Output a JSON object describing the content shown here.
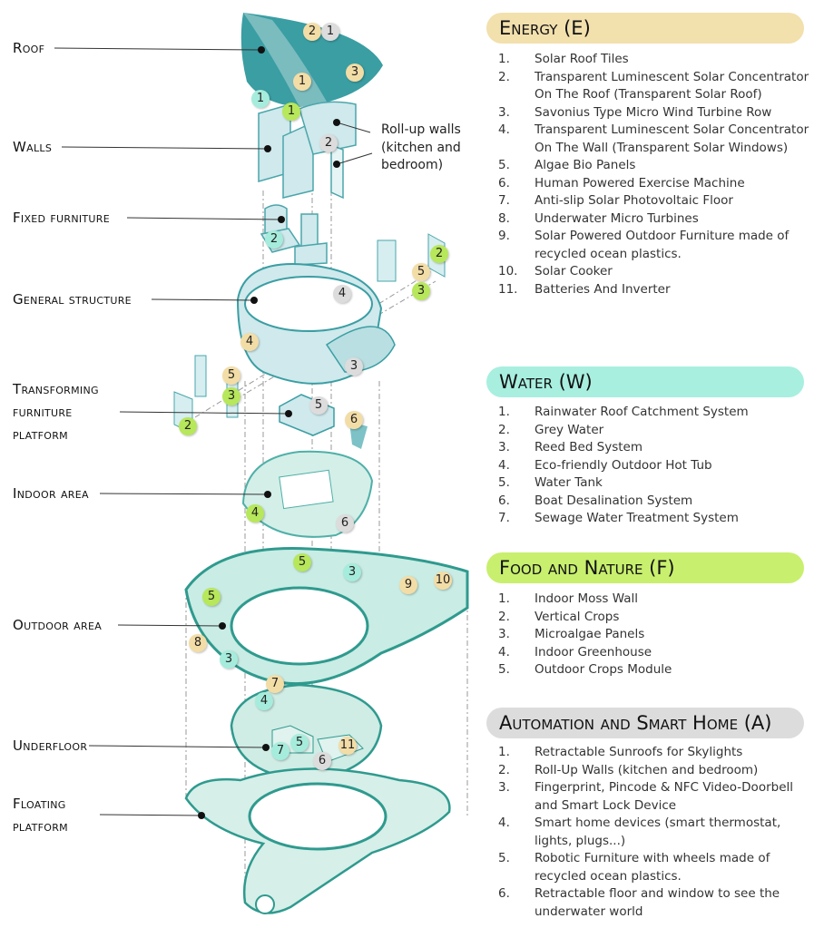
{
  "layers": {
    "roof": "Roof",
    "walls": "Walls",
    "rollup_note": "Roll-up walls (kitchen and bedroom)",
    "fixed_furniture": "Fixed furniture",
    "general_structure": "General structure",
    "transforming_1": "Transforming",
    "transforming_2": "furniture",
    "transforming_3": "platform",
    "indoor_area": "Indoor area",
    "outdoor_area": "Outdoor area",
    "underfloor": "Underfloor",
    "floating_1": "Floating",
    "floating_2": "platform"
  },
  "colors": {
    "energy": "#f2e0ad",
    "water": "#a8efe0",
    "food": "#c8ef6e",
    "automation": "#dcdcdc",
    "structure": "#3a9ea3"
  },
  "badges": [
    "2",
    "1",
    "3",
    "1",
    "1",
    "1",
    "2",
    "2",
    "2",
    "5",
    "3",
    "4",
    "4",
    "3",
    "5",
    "3",
    "2",
    "5",
    "6",
    "4",
    "6",
    "5",
    "3",
    "9",
    "10",
    "5",
    "8",
    "3",
    "7",
    "4",
    "7",
    "5",
    "6",
    "11"
  ],
  "sections": [
    {
      "title": "Energy (E)",
      "items": [
        {
          "n": "1.",
          "t": "Solar Roof Tiles"
        },
        {
          "n": "2.",
          "t": "Transparent Luminescent Solar Concentrator On The Roof (Transparent Solar Roof)"
        },
        {
          "n": "3.",
          "t": "Savonius Type Micro Wind Turbine Row"
        },
        {
          "n": "4.",
          "t": "Transparent Luminescent Solar Concentrator On The Wall (Transparent Solar Windows)"
        },
        {
          "n": "5.",
          "t": "Algae Bio Panels"
        },
        {
          "n": "6.",
          "t": "Human Powered Exercise Machine"
        },
        {
          "n": "7.",
          "t": "Anti-slip Solar Photovoltaic Floor"
        },
        {
          "n": "8.",
          "t": "Underwater Micro Turbines"
        },
        {
          "n": "9.",
          "t": "Solar Powered Outdoor Furniture made of recycled ocean plastics."
        },
        {
          "n": "10.",
          "t": "Solar Cooker"
        },
        {
          "n": "11.",
          "t": "Batteries And Inverter"
        }
      ]
    },
    {
      "title": "Water (W)",
      "items": [
        {
          "n": "1.",
          "t": "Rainwater Roof Catchment System"
        },
        {
          "n": "2.",
          "t": "Grey Water"
        },
        {
          "n": "3.",
          "t": "Reed Bed System"
        },
        {
          "n": "4.",
          "t": "Eco-friendly Outdoor Hot Tub"
        },
        {
          "n": "5.",
          "t": "Water Tank"
        },
        {
          "n": "6.",
          "t": "Boat Desalination System"
        },
        {
          "n": "7.",
          "t": "Sewage Water Treatment System"
        }
      ]
    },
    {
      "title": "Food and Nature (F)",
      "items": [
        {
          "n": "1.",
          "t": "Indoor Moss Wall"
        },
        {
          "n": "2.",
          "t": "Vertical Crops"
        },
        {
          "n": "3.",
          "t": "Microalgae Panels"
        },
        {
          "n": "4.",
          "t": "Indoor Greenhouse"
        },
        {
          "n": "5.",
          "t": "Outdoor Crops Module"
        }
      ]
    },
    {
      "title": "Automation and Smart Home (A)",
      "items": [
        {
          "n": "1.",
          "t": "Retractable Sunroofs for Skylights"
        },
        {
          "n": "2.",
          "t": "Roll-Up Walls (kitchen and bedroom)"
        },
        {
          "n": "3.",
          "t": "Fingerprint, Pincode & NFC Video-Doorbell and Smart Lock Device"
        },
        {
          "n": "4.",
          "t": "Smart home devices (smart thermostat, lights, plugs...)"
        },
        {
          "n": "5.",
          "t": "Robotic Furniture with wheels made of recycled ocean plastics."
        },
        {
          "n": "6.",
          "t": "Retractable floor and window to see the underwater world"
        }
      ]
    }
  ]
}
